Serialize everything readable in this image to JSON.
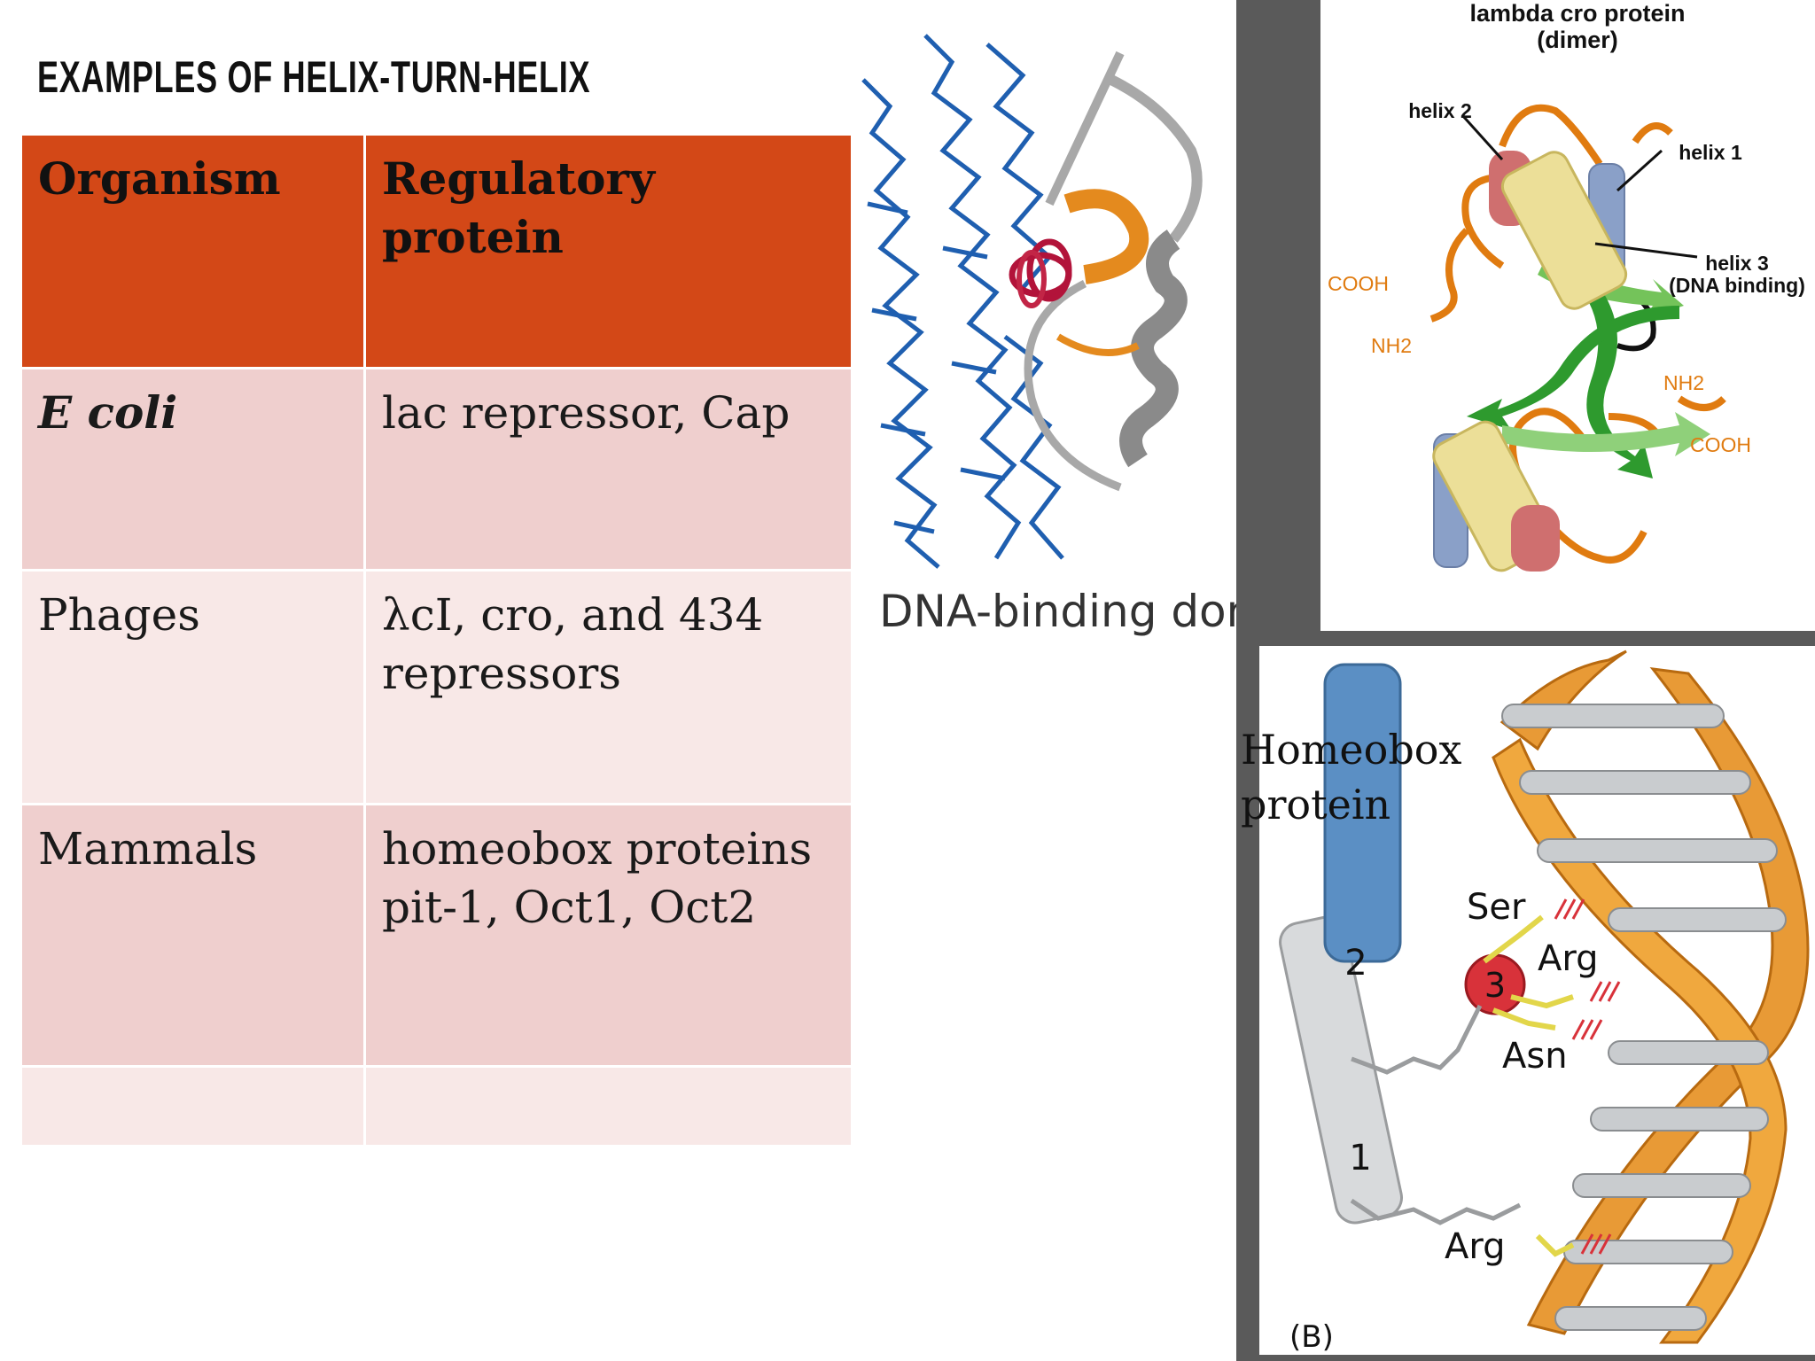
{
  "slide": {
    "title": "EXAMPLES OF HELIX-TURN-HELIX"
  },
  "table": {
    "headers": [
      "Organism",
      "Regulatory protein"
    ],
    "rows": [
      [
        "E coli",
        "lac repressor, Cap"
      ],
      [
        "Phages",
        "λcI, cro, and 434 repressors"
      ],
      [
        "Mammals",
        "homeobox proteins pit-1, Oct1, Oct2"
      ],
      [
        "",
        ""
      ]
    ]
  },
  "figures": {
    "lac": {
      "caption": "DNA-binding domain of the Lac repressor"
    },
    "cro": {
      "title_line1": "lambda cro protein",
      "title_line2": "(dimer)",
      "helix1": "helix 1",
      "helix2": "helix 2",
      "helix3_line1": "helix 3",
      "helix3_line2": "(DNA binding)",
      "cooh_top": "COOH",
      "nh2_top": "NH2",
      "nh2_bottom": "NH2",
      "cooh_bottom": "COOH"
    },
    "homeobox": {
      "label": "Homeobox protein",
      "helix1": "1",
      "helix2": "2",
      "helix3": "3",
      "ser": "Ser",
      "arg1": "Arg",
      "asn": "Asn",
      "arg2": "Arg",
      "panel": "(B)"
    }
  }
}
